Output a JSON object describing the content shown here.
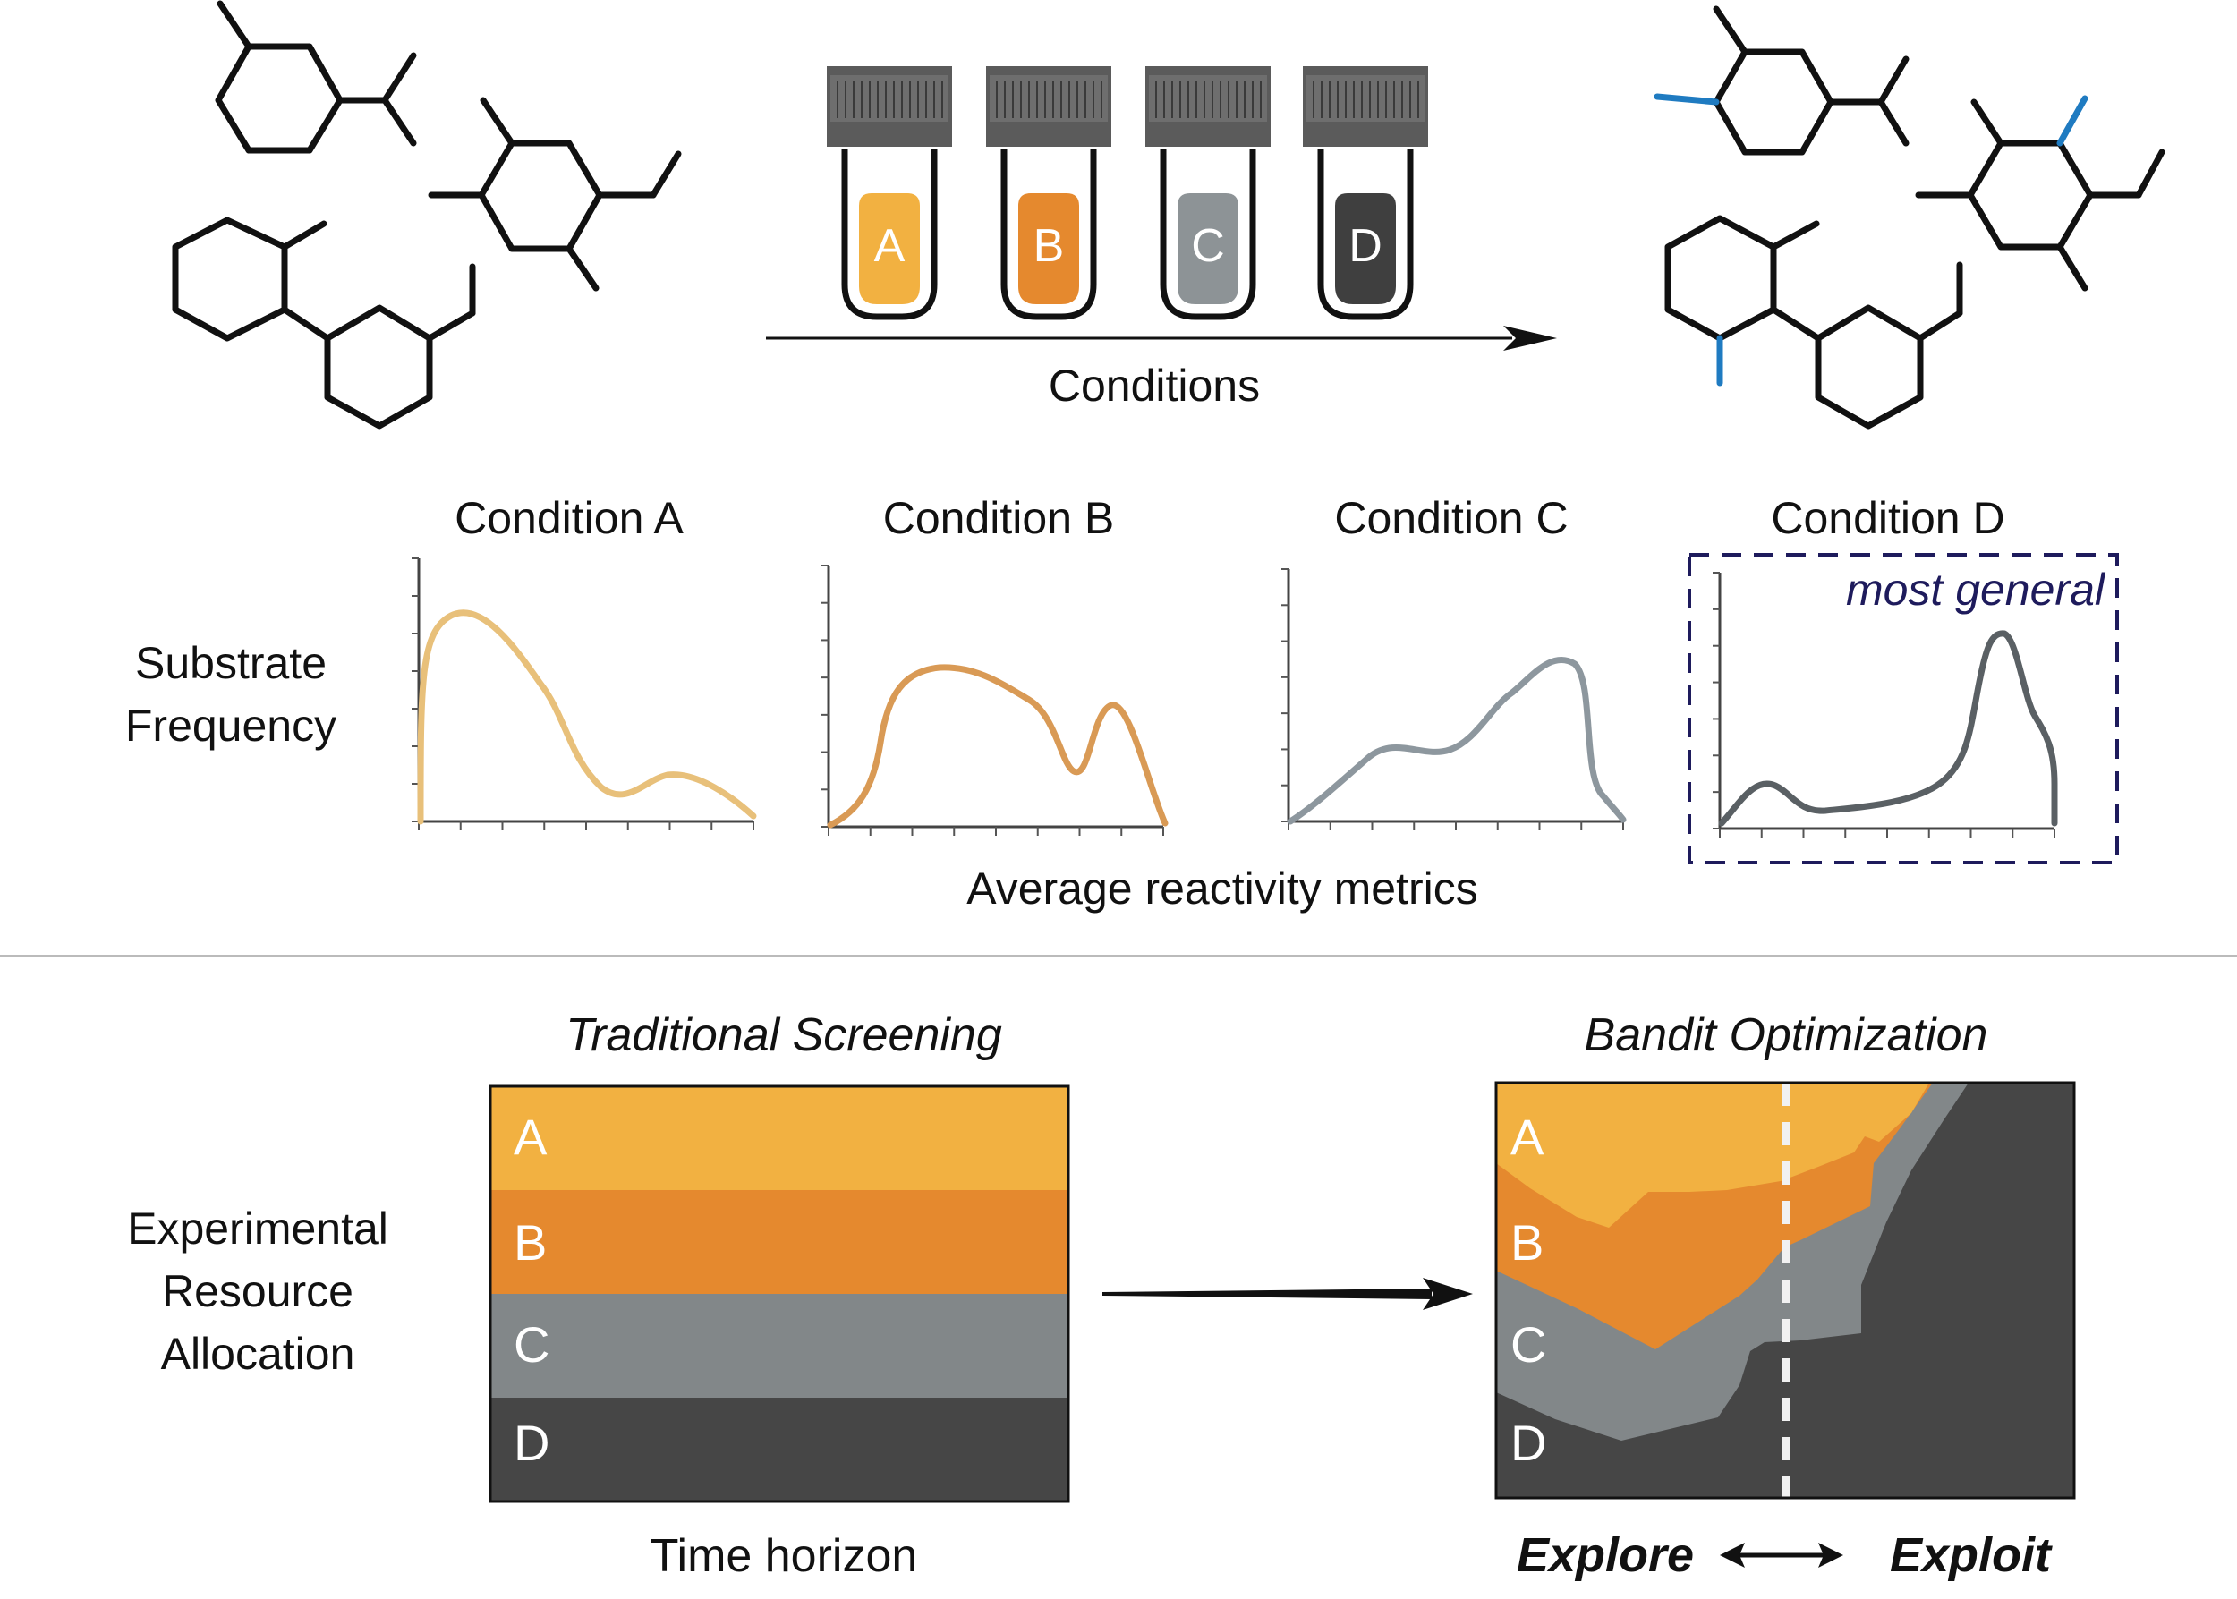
{
  "colors": {
    "A": "#f2b141",
    "B": "#e5892e",
    "C": "#828789",
    "D": "#464646",
    "curveA": "#e8c07a",
    "curveB": "#d99a55",
    "curveC": "#8d979e",
    "curveD": "#5a6064",
    "highlight": "#1f7bc1",
    "navy": "#1e1b5c",
    "divider": "#bbbbbb"
  },
  "top": {
    "tubes": [
      {
        "label": "A",
        "color": "#f2b141"
      },
      {
        "label": "B",
        "color": "#e5892e"
      },
      {
        "label": "C",
        "color": "#8d9396"
      },
      {
        "label": "D",
        "color": "#3f3f3f"
      }
    ],
    "arrow_label": "Conditions"
  },
  "distributions": {
    "ylabel_line1": "Substrate",
    "ylabel_line2": "Frequency",
    "xlabel": "Average reactivity metrics",
    "panels": [
      {
        "title": "Condition A"
      },
      {
        "title": "Condition B"
      },
      {
        "title": "Condition C"
      },
      {
        "title": "Condition D"
      }
    ],
    "highlight_label": "most general"
  },
  "bottom": {
    "left_title": "Traditional Screening",
    "right_title": "Bandit Optimization",
    "ylabel_line1": "Experimental",
    "ylabel_line2": "Resource",
    "ylabel_line3": "Allocation",
    "left_xlabel": "Time horizon",
    "bands": [
      "A",
      "B",
      "C",
      "D"
    ],
    "explore_label": "Explore",
    "exploit_label": "Exploit"
  }
}
